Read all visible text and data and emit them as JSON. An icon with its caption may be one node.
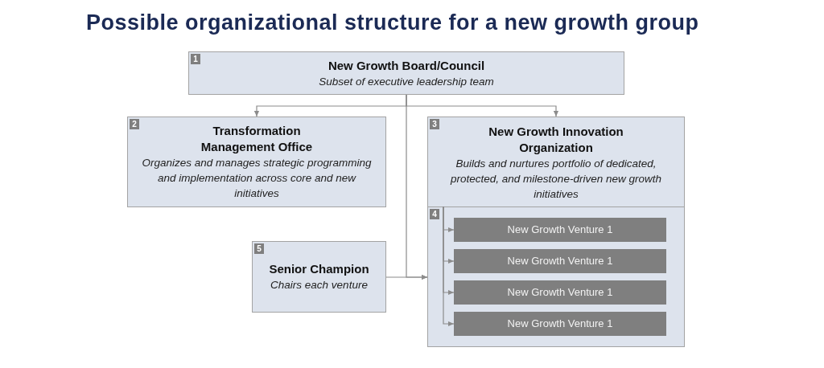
{
  "diagram": {
    "title": "Possible organizational structure for a new growth group",
    "nodes": [
      {
        "text": [
          "1",
          "New Growth Board/Council",
          "Subset of executive leadership team"
        ]
      },
      {
        "text": [
          "2",
          "Transformation Management Office",
          "Organizes and manages strategic programming and implementation across core and new initiatives"
        ]
      },
      {
        "text": [
          "3",
          "New Growth Innovation Organization",
          "Builds and nurtures portfolio of dedicated, protected, and milestone-driven new growth initiatives"
        ]
      },
      {
        "text": [
          "4"
        ],
        "in": 2
      },
      {
        "text": [
          "New Growth Venture 1"
        ],
        "in": 3
      },
      {
        "text": [
          "New Growth Venture 1"
        ],
        "in": 3
      },
      {
        "text": [
          "New Growth Venture 1"
        ],
        "in": 3
      },
      {
        "text": [
          "New Growth Venture 1"
        ],
        "in": 3
      },
      {
        "text": [
          "5",
          "Senior Champion",
          "Chairs each venture"
        ]
      }
    ],
    "edges": [
      {
        "from": 0,
        "to": 1,
        "arrow": "to"
      },
      {
        "from": 0,
        "to": 2,
        "arrow": "to"
      },
      {
        "from": 0,
        "to": 3,
        "arrow": "to"
      },
      {
        "from": 8,
        "to": 3,
        "arrow": "to"
      },
      {
        "from": 3,
        "to": 4,
        "arrow": "to"
      },
      {
        "from": 3,
        "to": 5,
        "arrow": "to"
      },
      {
        "from": 3,
        "to": 6,
        "arrow": "to"
      },
      {
        "from": 3,
        "to": 7,
        "arrow": "to"
      }
    ]
  }
}
